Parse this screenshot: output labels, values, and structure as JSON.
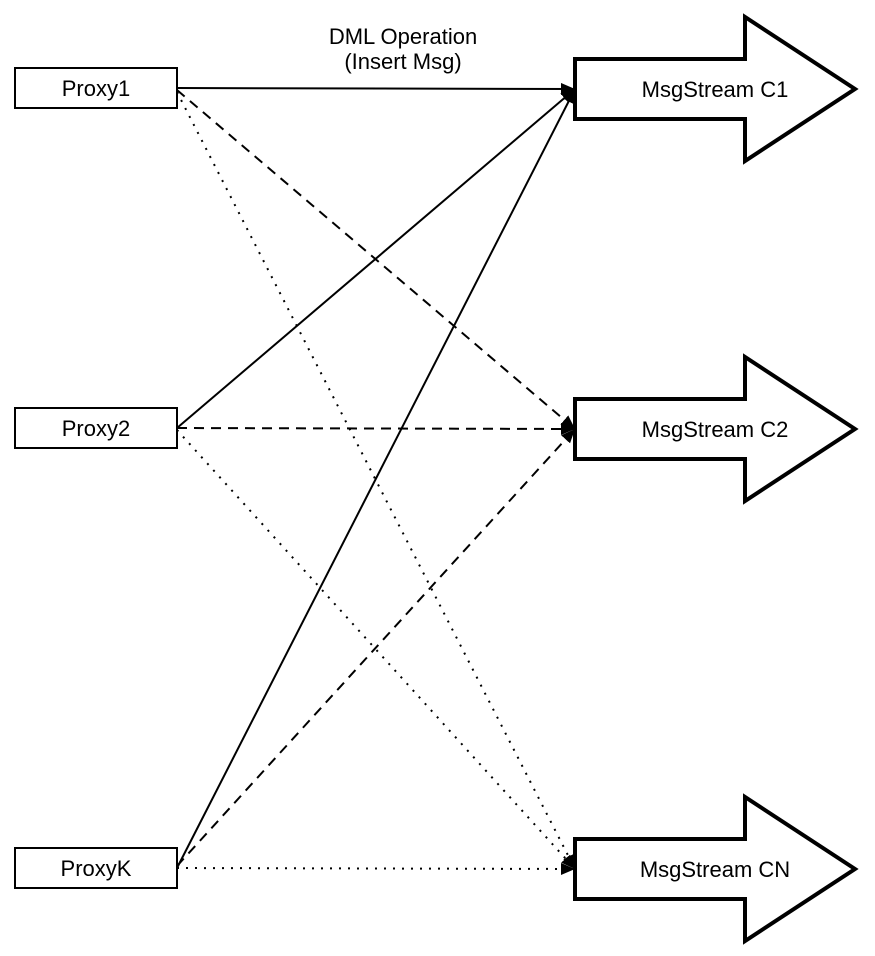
{
  "annotation": {
    "line1": "DML Operation",
    "line2": "(Insert Msg)"
  },
  "proxies": [
    {
      "label": "Proxy1"
    },
    {
      "label": "Proxy2"
    },
    {
      "label": "ProxyK"
    }
  ],
  "streams": [
    {
      "label": "MsgStream C1",
      "incoming_line_style": "solid"
    },
    {
      "label": "MsgStream C2",
      "incoming_line_style": "dashed"
    },
    {
      "label": "MsgStream CN",
      "incoming_line_style": "dotted"
    }
  ],
  "connections": [
    {
      "from": "Proxy1",
      "to": "MsgStream C1",
      "style": "solid"
    },
    {
      "from": "Proxy2",
      "to": "MsgStream C1",
      "style": "solid"
    },
    {
      "from": "ProxyK",
      "to": "MsgStream C1",
      "style": "solid"
    },
    {
      "from": "Proxy1",
      "to": "MsgStream C2",
      "style": "dashed"
    },
    {
      "from": "Proxy2",
      "to": "MsgStream C2",
      "style": "dashed"
    },
    {
      "from": "ProxyK",
      "to": "MsgStream C2",
      "style": "dashed"
    },
    {
      "from": "Proxy1",
      "to": "MsgStream CN",
      "style": "dotted"
    },
    {
      "from": "Proxy2",
      "to": "MsgStream CN",
      "style": "dotted"
    },
    {
      "from": "ProxyK",
      "to": "MsgStream CN",
      "style": "dotted"
    }
  ],
  "colors": {
    "background": "#ffffff",
    "stroke": "#000000",
    "shape_fill": "#ffffff"
  }
}
